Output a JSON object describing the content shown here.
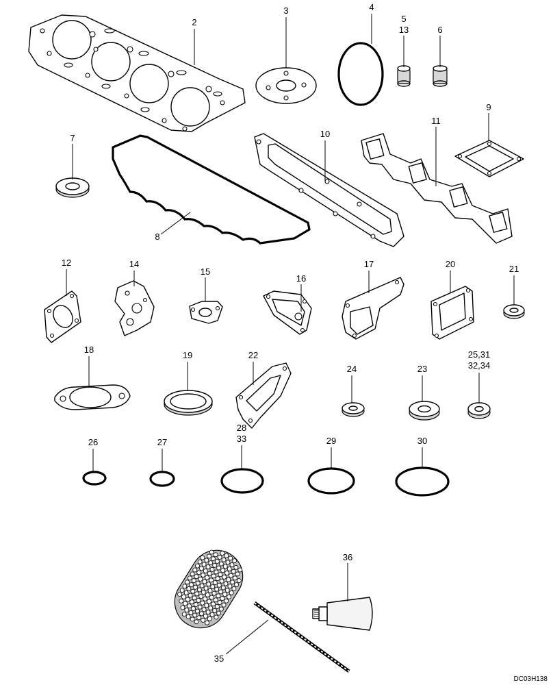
{
  "diagram": {
    "drawing_code": "DC03H138",
    "callouts": {
      "c2": "2",
      "c3": "3",
      "c4": "4",
      "c5": "5",
      "c13": "13",
      "c6": "6",
      "c7": "7",
      "c8": "8",
      "c9": "9",
      "c10": "10",
      "c11": "11",
      "c12": "12",
      "c14": "14",
      "c15": "15",
      "c16": "16",
      "c17": "17",
      "c20": "20",
      "c21": "21",
      "c18": "18",
      "c19": "19",
      "c22": "22",
      "c24": "24",
      "c23": "23",
      "c25_31": "25,31",
      "c32_34": "32,34",
      "c26": "26",
      "c27": "27",
      "c28": "28",
      "c33": "33",
      "c29": "29",
      "c30": "30",
      "c35": "35",
      "c36": "36"
    }
  }
}
